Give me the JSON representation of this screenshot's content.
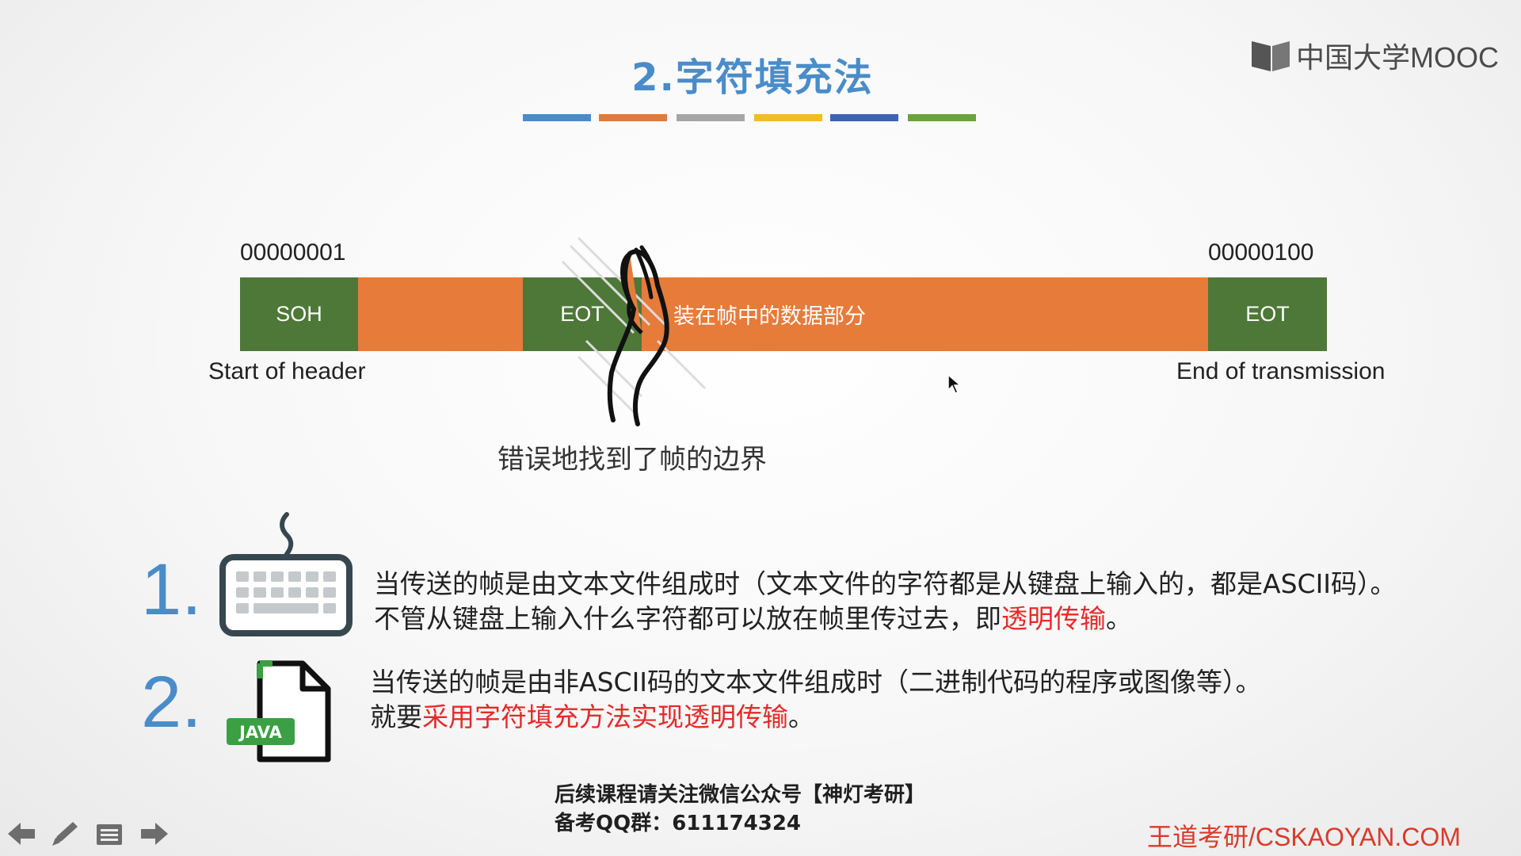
{
  "slide": {
    "title": "2.字符填充法",
    "accent_colors": [
      "#4a8cc9",
      "#e07a3c",
      "#a6a6a6",
      "#f2bb2a",
      "#3d64b4",
      "#6aa33c"
    ]
  },
  "logo": {
    "text": "中国大学MOOC"
  },
  "frame": {
    "left_binary": "00000001",
    "right_binary": "00000100",
    "segments": [
      "SOH",
      "",
      "EOT",
      "装在帧中的数据部分",
      "EOT"
    ],
    "left_caption": "Start of header",
    "right_caption": "End of transmission",
    "error_label": "错误地找到了帧的边界"
  },
  "items": [
    {
      "number": "1.",
      "icon": "keyboard-icon",
      "line1": "当传送的帧是由文本文件组成时（文本文件的字符都是从键盘上输入的，都是ASCII码）。",
      "line2_prefix": "不管从键盘上输入什么字符都可以放在帧里传过去，即",
      "line2_highlight": "透明传输",
      "line2_suffix": "。"
    },
    {
      "number": "2.",
      "icon": "java-file-icon",
      "icon_badge": "JAVA",
      "line1": "当传送的帧是由非ASCII码的文本文件组成时（二进制代码的程序或图像等）。",
      "line2_prefix": "就要",
      "line2_highlight": "采用字符填充方法实现透明传输",
      "line2_suffix": "。"
    }
  ],
  "footer": {
    "follow_line1": "后续课程请关注微信公众号【神灯考研】",
    "follow_line2": "备考QQ群：611174324",
    "brand": "王道考研/CSKAOYAN.COM"
  },
  "nav": [
    "arrow-left-icon",
    "pen-icon",
    "menu-icon",
    "arrow-right-icon"
  ],
  "highlight_color": "#e52a2a"
}
